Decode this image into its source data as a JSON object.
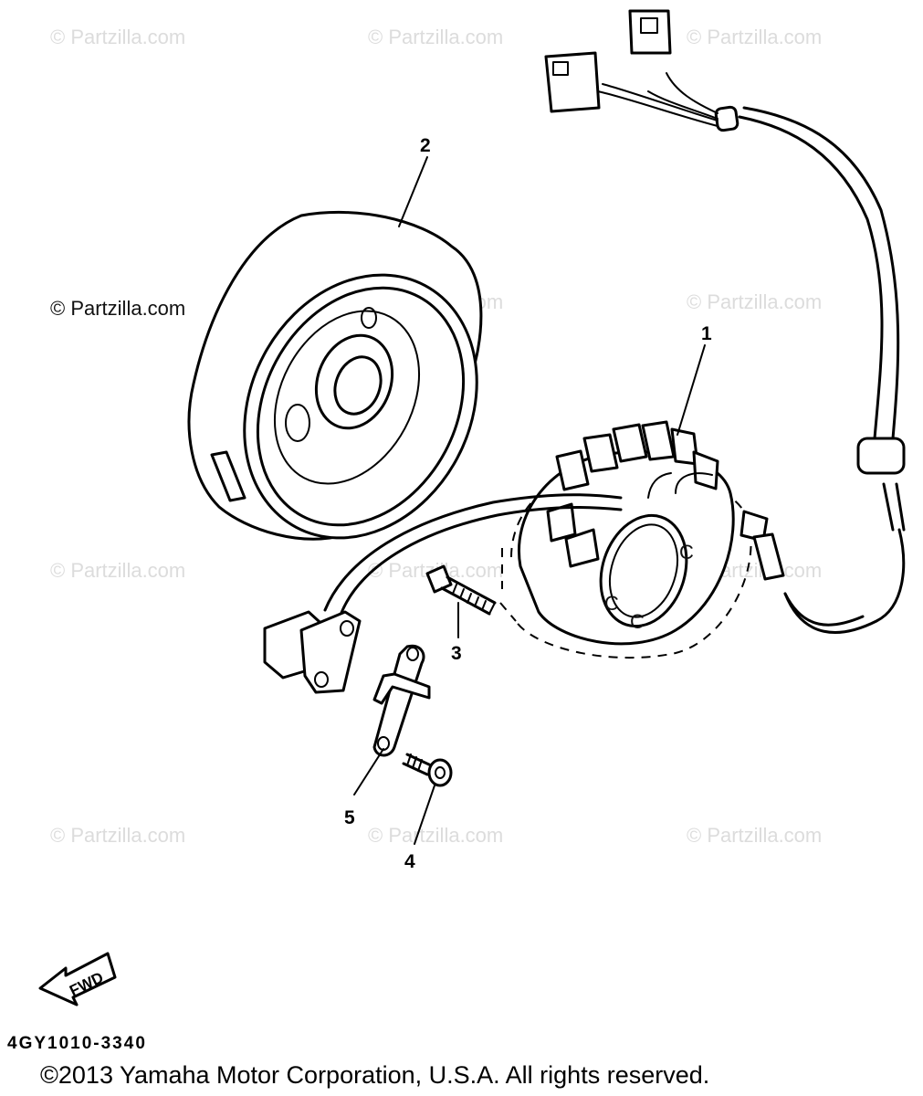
{
  "watermarks": [
    "© Partzilla.com",
    "© Partzilla.com",
    "© Partzilla.com",
    "© Partzilla.com",
    "© Partzilla.com",
    "© Partzilla.com",
    "© Partzilla.com",
    "© Partzilla.com",
    "© Partzilla.com",
    "© Partzilla.com",
    "© Partzilla.com",
    "© Partzilla.com"
  ],
  "prominent_watermark": "© Partzilla.com",
  "callouts": {
    "stator": "1",
    "rotor": "2",
    "screw": "3",
    "bolt": "4",
    "clamp": "5"
  },
  "stator_marks": [
    "C",
    "C",
    "C"
  ],
  "fwd_label": "FWD",
  "diagram_code": "4GY1010-3340",
  "copyright": "©2013  Yamaha Motor Corporation, U.S.A. All rights reserved."
}
